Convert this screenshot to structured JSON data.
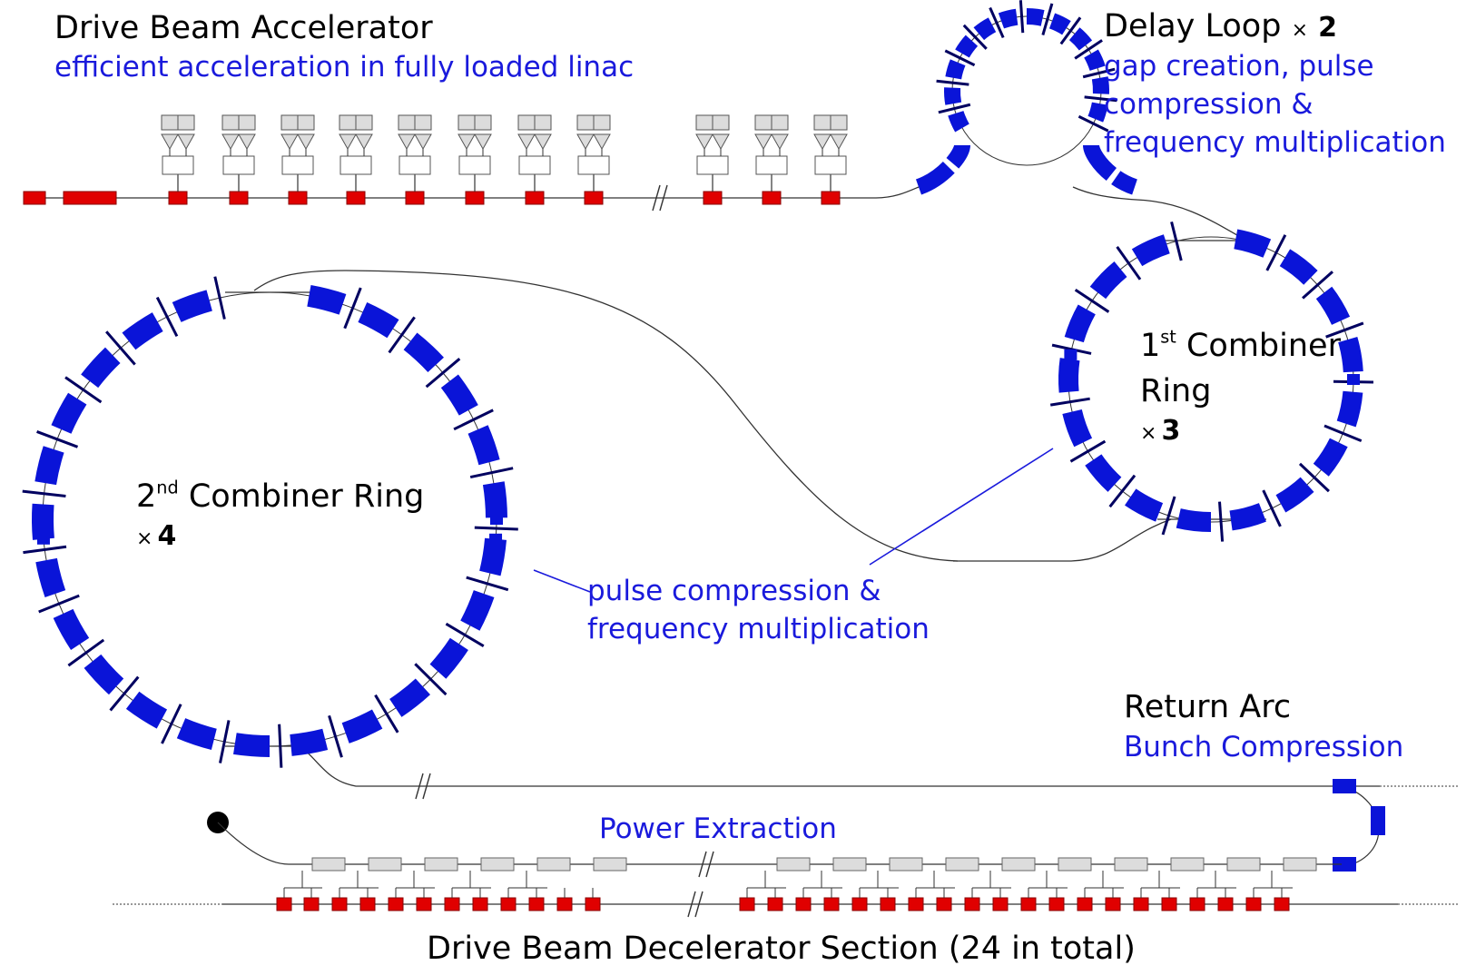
{
  "labels": {
    "drive_beam_accelerator": "Drive Beam Accelerator",
    "drive_beam_accelerator_sub": "efficient acceleration in fully loaded linac",
    "delay_loop": "Delay Loop",
    "delay_loop_times": "×",
    "delay_loop_count": "2",
    "delay_loop_sub_1": "gap creation, pulse",
    "delay_loop_sub_2": "compression &",
    "delay_loop_sub_3": "frequency multiplication",
    "combiner1_num": "1",
    "combiner1_sup": "st",
    "combiner1_name": " Combiner",
    "combiner1_ring": "Ring",
    "combiner1_times": "×",
    "combiner1_count": "3",
    "combiner2_num": "2",
    "combiner2_sup": "nd",
    "combiner2_name": " Combiner Ring",
    "combiner2_times": "×",
    "combiner2_count": "4",
    "pulse_compression_1": "pulse compression &",
    "pulse_compression_2": "frequency multiplication",
    "return_arc": "Return Arc",
    "return_arc_sub": "Bunch Compression",
    "power_extraction": "Power Extraction",
    "decelerator": "Drive Beam Decelerator Section (24 in total)"
  },
  "colors": {
    "magnet": "#0a14d8",
    "rf_structure": "#e00000",
    "klystron": "#dcdcdc",
    "beamline": "#333333",
    "annotation": "#1a1adc"
  }
}
